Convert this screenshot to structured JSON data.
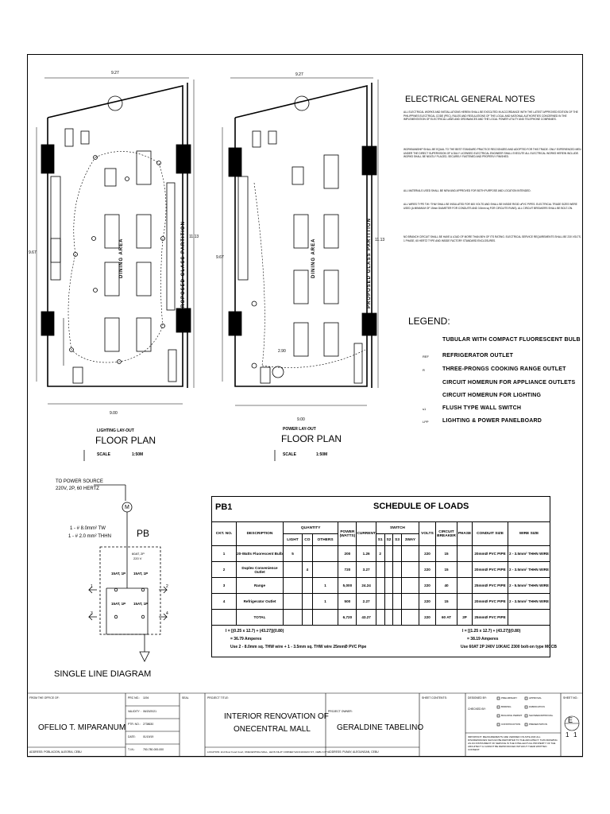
{
  "plan_left": {
    "dim_top": "9.27",
    "dim_left": "9.67",
    "dim_right": "11.13",
    "dim_bottom": "9.00",
    "area": "DINING AREA",
    "partition": "PROPOSED GLASS PARTITION",
    "sub": "LIGHTING LAY-OUT",
    "title": "FLOOR PLAN",
    "scale_label": "SCALE",
    "scale_value": "1:50M"
  },
  "plan_right": {
    "dim_top": "9.27",
    "dim_left": "9.67",
    "dim_right": "11.13",
    "dim_bottom": "9.00",
    "dim_inner": "2.90",
    "area": "DINING AREA",
    "partition": "PROPOSED GLASS PARTITION",
    "sub": "POWER LAY-OUT",
    "title": "FLOOR PLAN",
    "scale_label": "SCALE",
    "scale_value": "1:50M"
  },
  "notes": {
    "title": "ELECTRICAL GENERAL NOTES",
    "items": [
      "ALL ELECTRICAL WORKS AND INSTALLATIONS HEREIN SHALL BE EXECUTED IN ACCORDANCE WITH THE LATEST APPROVED EDITION OF THE PHILIPPINES ELECTRICAL CODE (PEC), RULES AND REGULATIONS OF THE LOCAL AND NATIONAL AUTHORITIES CONCERNED IN THE IMPLEMENTATION OF ELECTRICAL LAWS AND ORDINANCES AND THE LOCAL POWER UTILITY AND TELEPHONE COMPANIES.",
      "WORKMANSHIP SHALL BE EQUAL TO THE BEST STANDARD PRACTICE RECOGNIZED AND ADOPTED FOR THIS TRADE. ONLY EXPERIENCED MEN UNDER THE DIRECT SUPERVISION OF A DULY LICENSED ELECTRICAL ENGINEER SHALL EXECUTE ALL ELECTRICAL WORKS HEREIN INCLUDE. WORKS SHALL BE NEATLY PLACED, SECURELY FASTENED AND PROPERLY FINISHED.",
      "ALL MATERIALS USED SHALL BE NEW AND APPROVED FOR BOTH PURPOSE AND LOCATION INTENDED.",
      "ALL WIRES TYPE TW / THW SHALL BE INSULATED FOR 600 VOLTS AND SHALL BE INSIDE RIGID uPVC PIPES. ELECTRICAL TRADE SIZES WERE USED (A MINIMUM OF 15mm DIAMETER FOR CONDUITS AND 3.5mm sq FOR CIRCUITS RUNS). ALL CIRCUIT BREAKERS SHALL BE BOLT-ON.",
      "NO BRANCH CIRCUIT SHALL BE HAVE A LOAD OF MORE THAN 80% OF ITS RATING. ELECTRICAL SERVICE REQUIREMENTS SHALL BE 230 VOLTS, 1 PHASE, 60 HERTZ TYPE AND INSIDE FACTORY STANDARD ENCLOSURES."
    ]
  },
  "legend": {
    "title": "LEGEND:",
    "items": [
      {
        "symbol": "",
        "label": "TUBULAR WITH COMPACT FLUORESCENT BULB"
      },
      {
        "symbol": "REF",
        "label": "REFRIGERATOR OUTLET"
      },
      {
        "symbol": "R",
        "label": "THREE-PRONGS COOKING RANGE OUTLET"
      },
      {
        "symbol": "",
        "label": "CIRCUIT HOMERUN FOR APPLIANCE OUTLETS"
      },
      {
        "symbol": "",
        "label": "CIRCUIT HOMERUN FOR LIGHTING"
      },
      {
        "symbol": "s1",
        "label": "FLUSH TYPE WALL SWITCH"
      },
      {
        "symbol": "LPP",
        "label": "LIGHTING & POWER PANELBOARD"
      }
    ]
  },
  "single_line": {
    "source": "TO POWER SOURCE",
    "source_spec": "220V, 2P, 60 HERTZ",
    "wire1": "1 - # 8.0mm² TW",
    "wire2": "1 - # 2.0 mm² THHN",
    "meter": "M",
    "panel": "PB",
    "main_breaker": "60AT, 2P",
    "main_volt": "220 V",
    "breakers": [
      "15AT, 1P",
      "15AT, 1P",
      "15AT, 1P",
      "15AT, 1P"
    ],
    "circuits": [
      "1",
      "2",
      "3",
      "4"
    ],
    "title": "SINGLE LINE DIAGRAM"
  },
  "schedule": {
    "panel": "PB1",
    "title": "SCHEDULE OF LOADS",
    "headers": {
      "ckt": "CKT. NO.",
      "desc": "DESCRIPTION",
      "quantity": "QUANTITY",
      "light": "LIGHT",
      "co": "CO",
      "others": "OTHERS",
      "power": "POWER (WATTS)",
      "current": "CURRENT",
      "switch": "SWITCH",
      "s1": "S1",
      "s2": "S2",
      "s3": "S3",
      "way3": "3WAY",
      "volts": "VOLTS",
      "breaker": "CIRCUIT BREAKER",
      "phase": "PHASE",
      "conduit": "CONDUIT SIZE",
      "wire": "WIRE SIZE"
    },
    "rows": [
      {
        "ckt": "1",
        "desc": "20-Watts Fluorescent Bulb",
        "light": "5",
        "co": "",
        "others": "",
        "power": "200",
        "current": "1.26",
        "s1": "2",
        "s2": "",
        "s3": "",
        "way3": "",
        "volts": "220",
        "breaker": "15",
        "phase": "",
        "conduit": "20mmØ PVC PIPE",
        "wire": "2 - 3.5mm² THHN WIRE"
      },
      {
        "ckt": "2",
        "desc": "Duplex Convenience Outlet",
        "light": "",
        "co": "4",
        "others": "",
        "power": "720",
        "current": "3.27",
        "s1": "",
        "s2": "",
        "s3": "",
        "way3": "",
        "volts": "220",
        "breaker": "15",
        "phase": "",
        "conduit": "20mmØ PVC PIPE",
        "wire": "2 - 3.5mm² THHN WIRE"
      },
      {
        "ckt": "3",
        "desc": "Range",
        "light": "",
        "co": "",
        "others": "1",
        "power": "5,000",
        "current": "24.24",
        "s1": "",
        "s2": "",
        "s3": "",
        "way3": "",
        "volts": "220",
        "breaker": "40",
        "phase": "",
        "conduit": "25mmØ PVC PIPE",
        "wire": "2 - 5.5mm² THHN WIRE"
      },
      {
        "ckt": "4",
        "desc": "Refrigerator Outlet",
        "light": "",
        "co": "",
        "others": "1",
        "power": "500",
        "current": "2.27",
        "s1": "",
        "s2": "",
        "s3": "",
        "way3": "",
        "volts": "220",
        "breaker": "15",
        "phase": "",
        "conduit": "20mmØ PVC PIPE",
        "wire": "2 - 3.5mm² THHN WIRE"
      }
    ],
    "total": {
      "label": "TOTAL",
      "power": "6,720",
      "current": "43.27",
      "volts": "220",
      "breaker": "60 AT",
      "phase": "2P",
      "conduit": "25mmØ PVC PIPE"
    },
    "calc_left": [
      "I = [(0.25 x 12.7) + (43.27)](0.80)",
      "= 36.79 Amperes",
      "Use 2 - 8.0mm sq. THW wire + 1 - 3.5mm sq. THW wire 25mmØ PVC Pipe"
    ],
    "calc_right": [
      "I = [(1.25 x 12.7) + (43.27)](0.80)",
      "= 38.19 Amperes",
      "Use 60AT 2P 240V 10KAIC 2300 bolt-on type MCCB"
    ]
  },
  "title_block": {
    "office_label": "FROM THE OFFICE OF:",
    "engineer": "OFELIO T. MIPARANUM",
    "address_label": "ADDRESS: POBLACION, ALEGRIA, CEBU",
    "prc_label": "PRC NO.:",
    "prc_value": "1194",
    "validity_label": "VALIDITY :",
    "validity_value": "06/20/2021",
    "ptr_label": "PTR. NO.:",
    "ptr_value": "2738630",
    "date_label": "DATE:",
    "date_value": "01/19/19",
    "tin_label": "T.I.N.:",
    "tin_value": "750-780-000-000",
    "seal_label": "SEAL",
    "project_label": "PROJECT TITLE:",
    "project_title_1": "INTERIOR RENOVATION OF",
    "project_title_2": "ONECENTRAL MALL",
    "location": "LOCATION: 2nd Floor Food Court, ONECENTRAL MALL, LEON KILAT CORNER SANCIANGKO ST., CEBU CITY",
    "owner_label": "PROJECT OWNER:",
    "owner": "GERALDINE TABELINO",
    "owner_address": "ADDRESS: PUNAY, ALEGUNGAN, CEBU",
    "contents_label": "SHEET CONTENTS:",
    "sheet_label": "SHEET NO.:",
    "sheet_letter": "E",
    "sheet_num": "1",
    "sheet_total": "1",
    "issue_items": [
      "PRELIMINARY",
      "APPROVAL",
      "BIDDING",
      "FABRICATION",
      "BUILDING PERMIT",
      "SHOWER/APPROVAL",
      "CONSTRUCTION",
      "PRESENTATION"
    ],
    "issue_designed": "DESIGNED BY:",
    "issue_checked": "CHECKED BY:",
    "important": "IMPORTANT: MEASUREMENTS ARE VERIFIED ON-SITE AND ALL DISCREPANCIES SHOULD BE REPORTED TO THE ARCHITECT. THIS DRAWING AS AN INSTRUMENT OF SERVICE IS THE INTELLECTUAL PROPERTY OF THE ARCHITECT & CANNOT BE REPRODUCED WITHOUT THEIR WRITTEN CONSENT."
  }
}
